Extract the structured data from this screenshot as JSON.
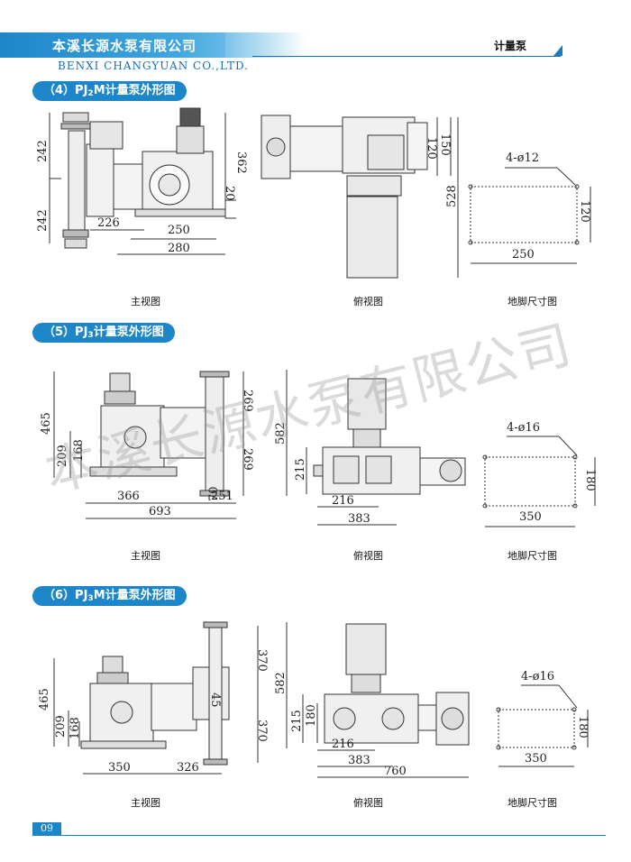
{
  "header": {
    "company_cn": "本溪长源水泵有限公司",
    "company_en": "BENXI CHANGYUAN CO.,LTD.",
    "category": "计量泵"
  },
  "watermark": "本溪长源水泵有限公司",
  "sections": [
    {
      "tag_pre": "（4）PJ",
      "tag_sub": "2",
      "tag_post": "M计量泵外形图",
      "captions": [
        "主视图",
        "俯视图",
        "地脚尺寸图"
      ],
      "front_dims": [
        "242",
        "242",
        "362",
        "20",
        "226",
        "250",
        "280"
      ],
      "top_dims": [
        "120",
        "150",
        "528"
      ],
      "base_dims": [
        "4-ø12",
        "120",
        "250"
      ]
    },
    {
      "tag_pre": "（5）PJ",
      "tag_sub": "3",
      "tag_post": "计量泵外形图",
      "captions": [
        "主视图",
        "俯视图",
        "地脚尺寸图"
      ],
      "front_dims": [
        "465",
        "209",
        "168",
        "269",
        "269",
        "366",
        "251",
        "70",
        "693"
      ],
      "top_dims": [
        "582",
        "215",
        "216",
        "383"
      ],
      "base_dims": [
        "4-ø16",
        "180",
        "350"
      ]
    },
    {
      "tag_pre": "（6）PJ",
      "tag_sub": "3",
      "tag_post": "M计量泵外形图",
      "captions": [
        "主视图",
        "俯视图",
        "地脚尺寸图"
      ],
      "front_dims": [
        "465",
        "209",
        "168",
        "370",
        "45",
        "370",
        "350",
        "326"
      ],
      "top_dims": [
        "582",
        "215",
        "180",
        "216",
        "383",
        "760"
      ],
      "base_dims": [
        "4-ø16",
        "180",
        "350"
      ]
    }
  ],
  "page_number": "09"
}
